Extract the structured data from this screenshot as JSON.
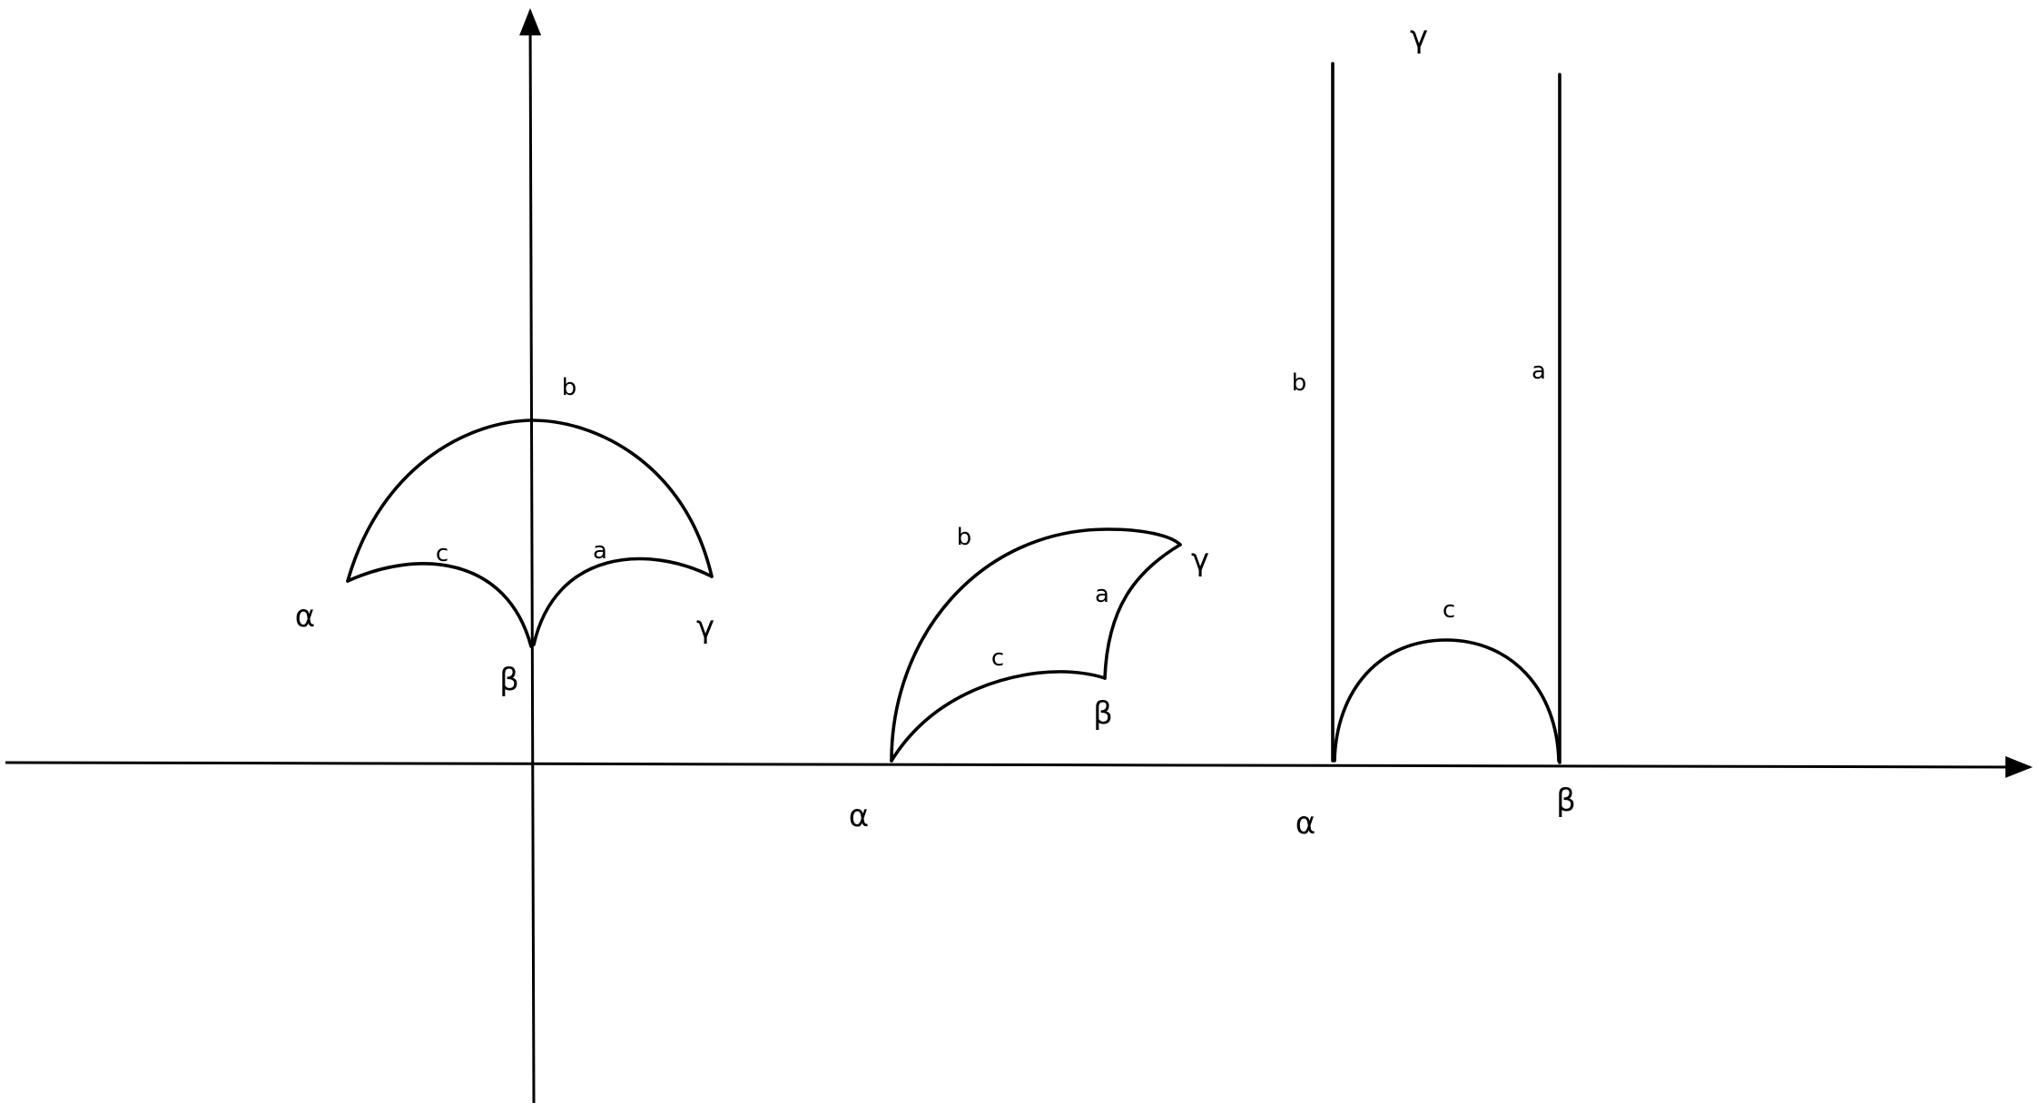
{
  "colors": {
    "background": "#ffffff",
    "ink": "#000000"
  },
  "figure_1": {
    "edge_b": "b",
    "edge_c": "c",
    "edge_a": "a",
    "vertex_alpha": "α",
    "vertex_beta": "β",
    "vertex_gamma": "γ"
  },
  "figure_2": {
    "edge_b": "b",
    "edge_c": "c",
    "edge_a": "a",
    "vertex_alpha": "α",
    "vertex_beta": "β",
    "vertex_gamma": "γ"
  },
  "figure_3": {
    "edge_b": "b",
    "edge_c": "c",
    "edge_a": "a",
    "vertex_alpha": "α",
    "vertex_beta": "β",
    "vertex_gamma": "γ"
  }
}
